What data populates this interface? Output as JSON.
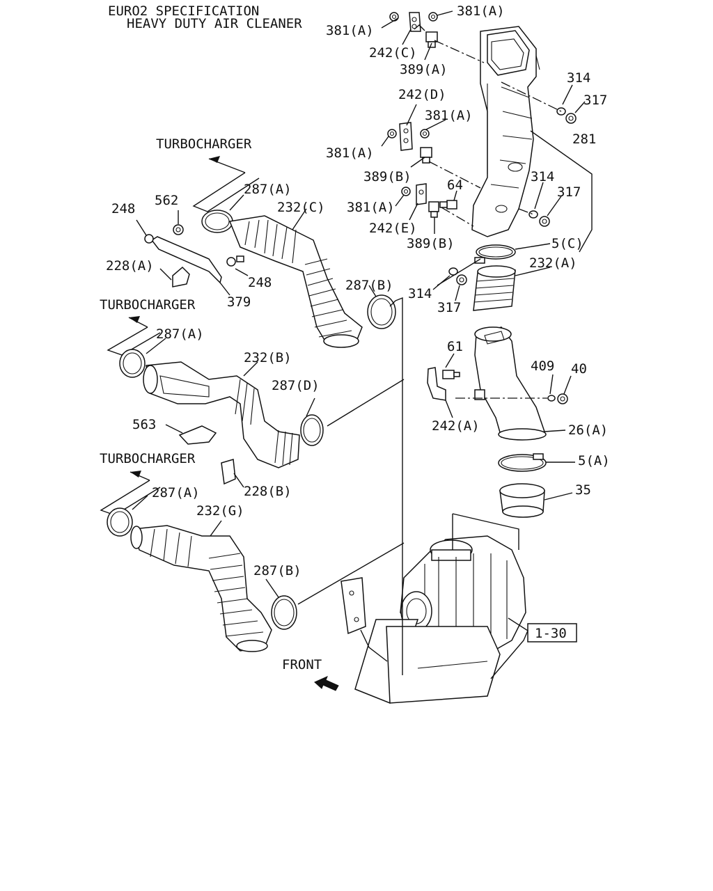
{
  "header": {
    "line1": "EURO2 SPECIFICATION",
    "line2": "HEAVY DUTY AIR CLEANER"
  },
  "directions": {
    "turbocharger": "TURBOCHARGER",
    "front": "FRONT"
  },
  "reference_box": "1-30",
  "callouts": [
    "381(A)",
    "381(A)",
    "242(C)",
    "389(A)",
    "314",
    "317",
    "242(D)",
    "381(A)",
    "381(A)",
    "281",
    "389(B)",
    "314",
    "317",
    "64",
    "381(A)",
    "242(E)",
    "389(B)",
    "5(C)",
    "232(A)",
    "314",
    "317",
    "287(A)",
    "232(C)",
    "562",
    "248",
    "228(A)",
    "248",
    "379",
    "287(B)",
    "287(A)",
    "232(B)",
    "287(D)",
    "563",
    "228(B)",
    "61",
    "409",
    "40",
    "242(A)",
    "26(A)",
    "5(A)",
    "35",
    "287(A)",
    "232(G)",
    "287(B)"
  ],
  "colors": {
    "ink": "#111111",
    "paper": "#ffffff"
  }
}
